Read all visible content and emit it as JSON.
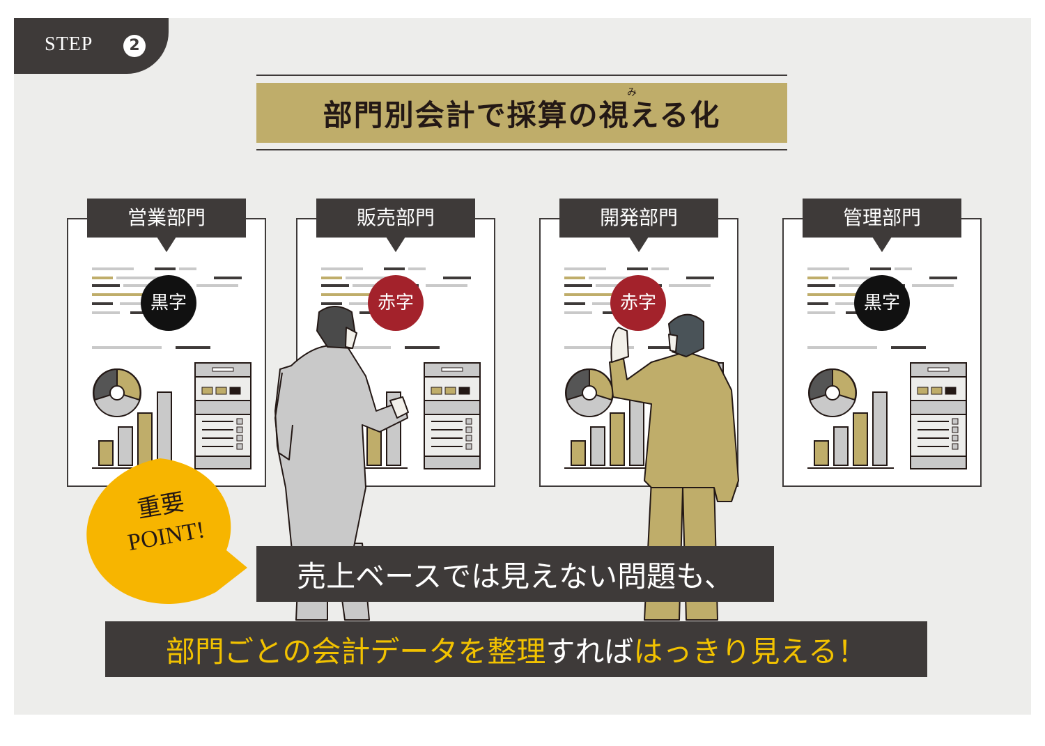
{
  "step": {
    "label": "STEP",
    "number": "2"
  },
  "title": {
    "text": "部門別会計で採算の視える化",
    "ruby": "み"
  },
  "departments": [
    {
      "name": "営業部門",
      "status": "黒字",
      "status_color": "#111111"
    },
    {
      "name": "販売部門",
      "status": "赤字",
      "status_color": "#a3222b"
    },
    {
      "name": "開発部門",
      "status": "赤字",
      "status_color": "#a3222b"
    },
    {
      "name": "管理部門",
      "status": "黒字",
      "status_color": "#111111"
    }
  ],
  "point_badge": {
    "line1": "重要",
    "line2": "POINT!",
    "color": "#f7b500"
  },
  "message": {
    "line1": "売上ベースでは見えない問題も、",
    "line2_a": "部門ごとの会計データを整理",
    "line2_b": "すれば",
    "line2_c": "はっきり見える！"
  },
  "colors": {
    "dark": "#3e3a39",
    "gold": "#bfad6a",
    "highlight": "#f2c200",
    "panel": "#ededeb"
  }
}
